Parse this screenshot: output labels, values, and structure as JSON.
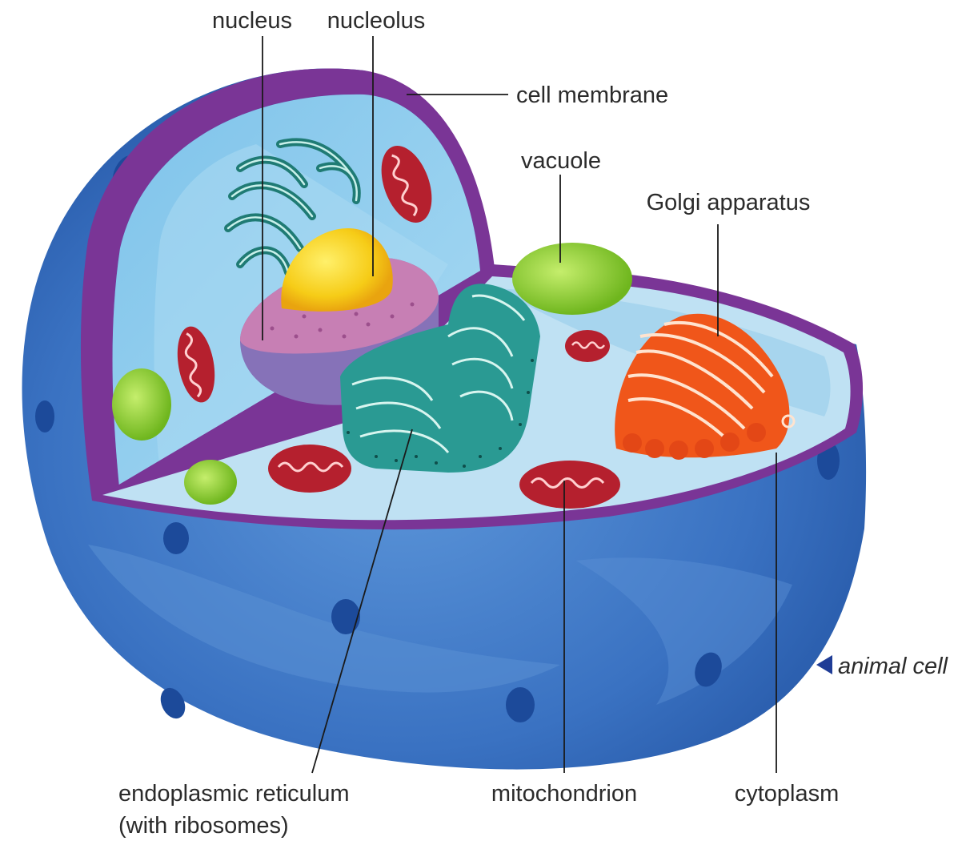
{
  "labels": {
    "nucleus": "nucleus",
    "nucleolus": "nucleolus",
    "cell_membrane": "cell membrane",
    "vacuole": "vacuole",
    "golgi": "Golgi apparatus",
    "er_line1": "endoplasmic reticulum",
    "er_line2": "(with ribosomes)",
    "mitochondrion": "mitochondrion",
    "cytoplasm": "cytoplasm"
  },
  "caption": "animal cell",
  "colors": {
    "outer_cell": "#2e63b5",
    "outer_cell_light": "#4c86cf",
    "membrane": "#7a3596",
    "cytoplasm": "#bfe1f3",
    "inner_wall": "#8fcdef",
    "nucleus_body": "#c77fb4",
    "nucleus_side": "#8672b8",
    "nucleolus": "#f4c21c",
    "er": "#2a9a93",
    "golgi": "#f05a1c",
    "mitochondria": "#b5202e",
    "vacuole": "#8ccc2e",
    "caption_marker": "#1f3c96"
  }
}
